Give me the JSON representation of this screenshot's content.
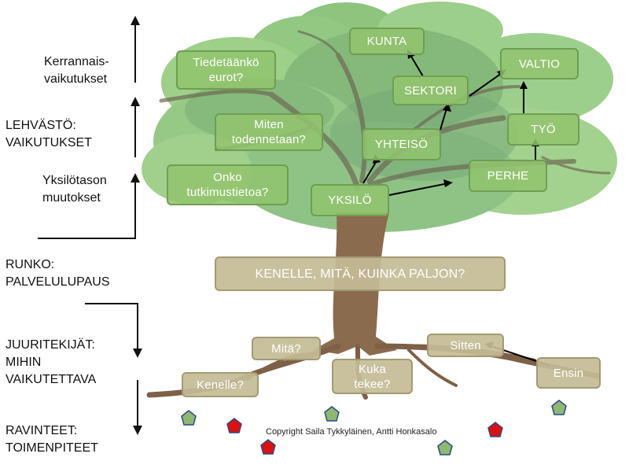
{
  "side_labels": {
    "kerrannais": [
      "Kerrannais-",
      "vaikutukset"
    ],
    "lehvasto": [
      "LEHVÄSTÖ:",
      "VAIKUTUKSET"
    ],
    "yksilotaso": [
      "Yksilötason",
      "muutokset"
    ],
    "runko": [
      "RUNKO:",
      "PALVELULUPAUS"
    ],
    "juuritekijat": [
      "JUURITEKIJÄT:",
      "MIHIN",
      "VAIKUTETTAVA"
    ],
    "ravinteet": [
      "RAVINTEET:",
      "TOIMENPITEET"
    ]
  },
  "canopy": {
    "questions": {
      "tiedetaanko": [
        "Tiedetäänkö",
        "eurot?"
      ],
      "miten": [
        "Miten",
        "todennetaan?"
      ],
      "onko": [
        "Onko",
        "tutkimustietoa?"
      ]
    },
    "impact": {
      "kunta": "KUNTA",
      "sektori": "SEKTORI",
      "valtio": "VALTIO",
      "yhteiso": "YHTEISÖ",
      "tyo": "TYÖ",
      "perhe": "PERHE",
      "yksilo": "YKSILÖ"
    }
  },
  "trunk": {
    "promise": "KENELLE, MITÄ, KUINKA PALJON?"
  },
  "roots": {
    "mita": "Mitä?",
    "sitten": "Sitten",
    "kuka": [
      "Kuka",
      "tekee?"
    ],
    "kenelle": "Kenelle?",
    "ensin": "Ensin"
  },
  "copyright": "Copyright Saila Tykkyläinen, Antti Honkasalo",
  "colors": {
    "foliage_light": "#9fd08a",
    "foliage_dark": "#6a9f6a",
    "trunk": "#8b6b4e",
    "box_green": "#92c46e",
    "box_tan": "#c4bc96",
    "pentagon_green": "#8fb870",
    "pentagon_red": "#dd1010",
    "pentagon_stroke": "#2a4a8a"
  }
}
